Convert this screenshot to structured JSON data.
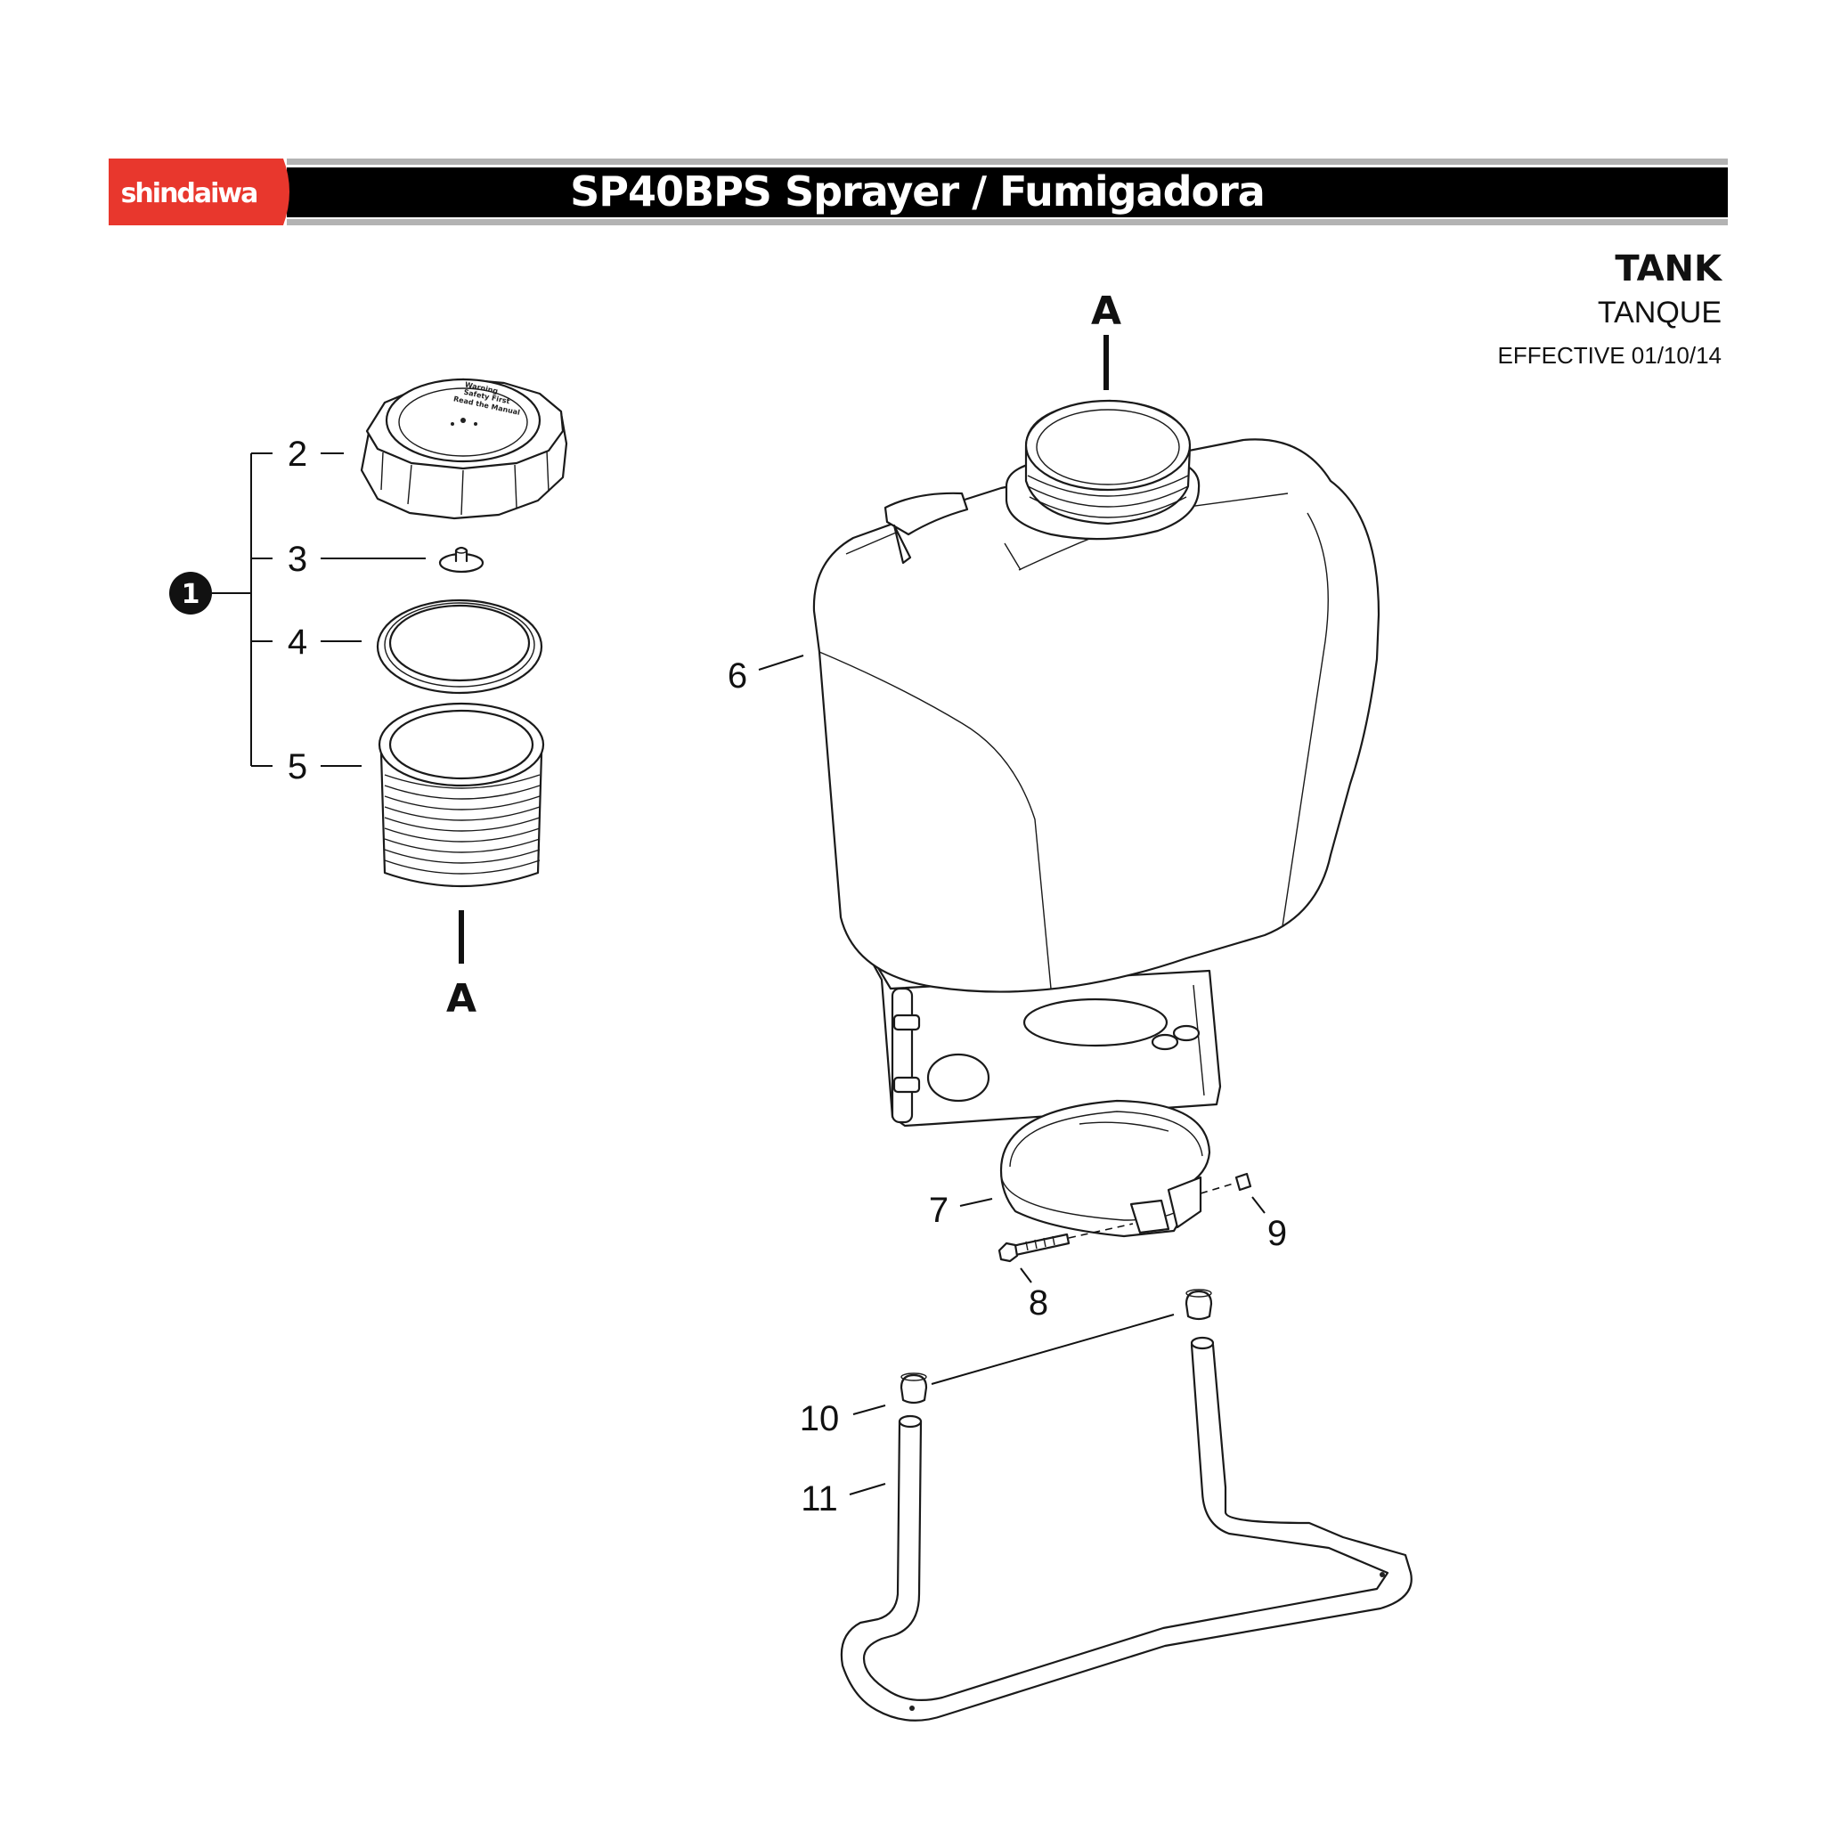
{
  "header": {
    "brand": "shindaiwa",
    "title": "SP40BPS Sprayer / Fumigadora",
    "brand_color": "#e8372d",
    "bar_color": "#000000",
    "rule_color": "#b3b3b3"
  },
  "section": {
    "title": "TANK",
    "subtitle": "TANQUE",
    "effective": "EFFECTIVE 01/10/14"
  },
  "reference_marks": {
    "top": "A",
    "bottom": "A"
  },
  "assembly": {
    "number": "1"
  },
  "cap_text": {
    "line1": "Warning",
    "line2": "Safety First",
    "line3": "Read the Manual"
  },
  "callouts": {
    "c2": "2",
    "c3": "3",
    "c4": "4",
    "c5": "5",
    "c6": "6",
    "c7": "7",
    "c8": "8",
    "c9": "9",
    "c10": "10",
    "c11": "11"
  },
  "icons": [
    "tank-cap-icon",
    "vent-valve-icon",
    "gasket-ring-icon",
    "strainer-basket-icon",
    "spray-tank-icon",
    "tank-band-icon",
    "bolt-icon",
    "nut-icon",
    "rubber-cap-icon",
    "base-frame-icon"
  ]
}
